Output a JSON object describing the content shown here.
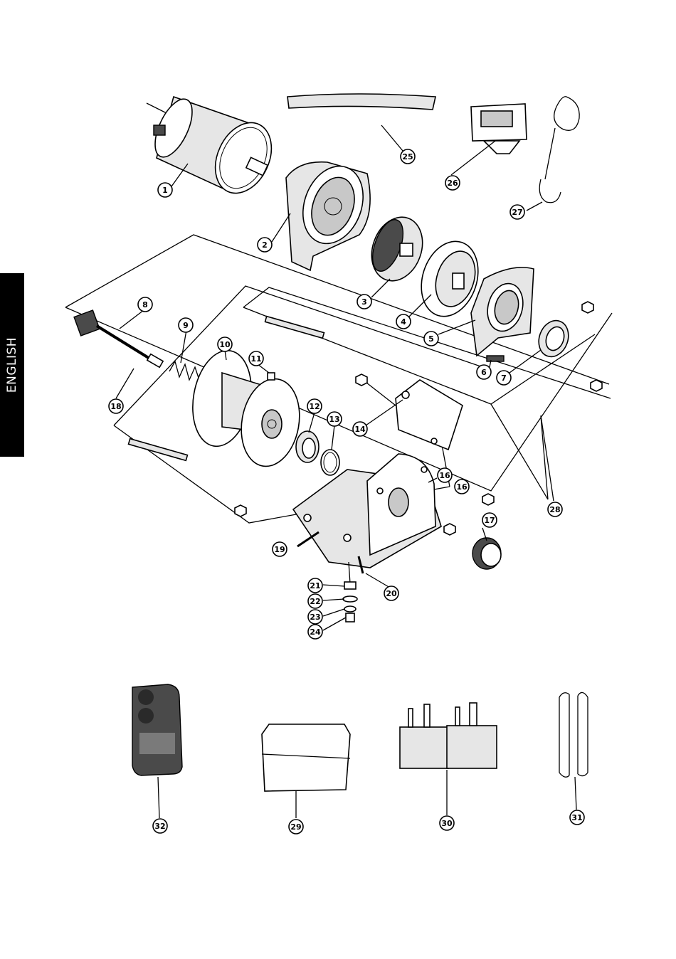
{
  "side_tab": {
    "label": "ENGLISH"
  },
  "callouts": [
    "1",
    "2",
    "3",
    "4",
    "5",
    "6",
    "7",
    "8",
    "9",
    "10",
    "11",
    "12",
    "13",
    "14",
    "16",
    "16",
    "17",
    "18",
    "19",
    "20",
    "21",
    "22",
    "23",
    "24",
    "25",
    "26",
    "27",
    "28",
    "29",
    "30",
    "31",
    "32"
  ]
}
